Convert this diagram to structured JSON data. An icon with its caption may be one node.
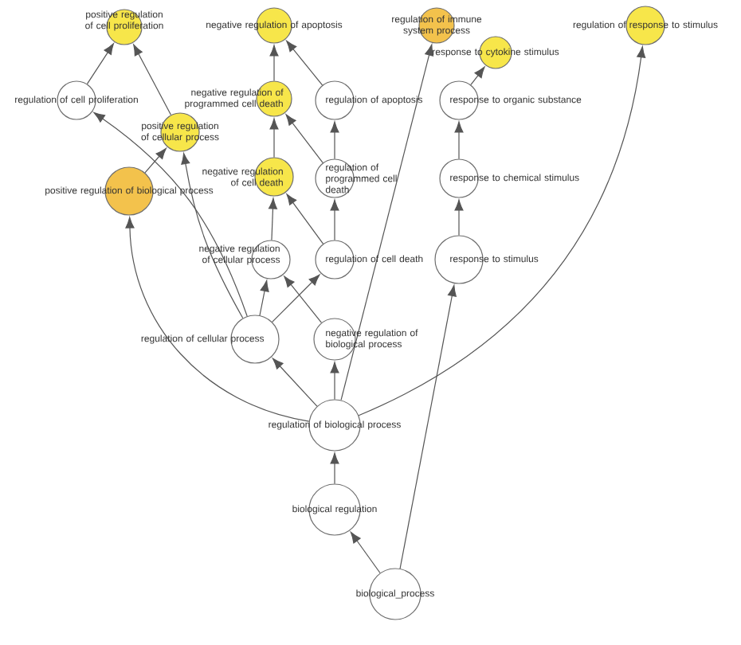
{
  "diagram": {
    "nodes": [
      {
        "text": [
          "positive regulation of cell proliferation"
        ]
      },
      {
        "text": [
          "negative regulation of apoptosis"
        ]
      },
      {
        "text": [
          "regulation of immune system process"
        ]
      },
      {
        "text": [
          "regulation of response to stimulus"
        ]
      },
      {
        "text": [
          "response to cytokine stimulus"
        ]
      },
      {
        "text": [
          "regulation of cell proliferation"
        ]
      },
      {
        "text": [
          "negative regulation of programmed cell death"
        ]
      },
      {
        "text": [
          "regulation of apoptosis"
        ]
      },
      {
        "text": [
          "response to organic substance"
        ]
      },
      {
        "text": [
          "positive regulation of cellular process"
        ]
      },
      {
        "text": [
          "positive regulation of biological process"
        ]
      },
      {
        "text": [
          "negative regulation of cell death"
        ]
      },
      {
        "text": [
          "regulation of programmed cell death"
        ]
      },
      {
        "text": [
          "response to chemical stimulus"
        ]
      },
      {
        "text": [
          "negative regulation of cellular process"
        ]
      },
      {
        "text": [
          "regulation of cell death"
        ]
      },
      {
        "text": [
          "response to stimulus"
        ]
      },
      {
        "text": [
          "regulation of cellular process"
        ]
      },
      {
        "text": [
          "negative regulation of biological process"
        ]
      },
      {
        "text": [
          "regulation of biological process"
        ]
      },
      {
        "text": [
          "biological regulation"
        ]
      },
      {
        "text": [
          "biological_process"
        ]
      }
    ],
    "edges": [
      {
        "from": 5,
        "to": 0,
        "arrow": "to"
      },
      {
        "from": 9,
        "to": 0,
        "arrow": "to"
      },
      {
        "from": 10,
        "to": 9,
        "arrow": "to"
      },
      {
        "from": 6,
        "to": 1,
        "arrow": "to"
      },
      {
        "from": 7,
        "to": 1,
        "arrow": "to"
      },
      {
        "from": 11,
        "to": 6,
        "arrow": "to"
      },
      {
        "from": 12,
        "to": 6,
        "arrow": "to"
      },
      {
        "from": 12,
        "to": 7,
        "arrow": "to"
      },
      {
        "from": 14,
        "to": 11,
        "arrow": "to"
      },
      {
        "from": 15,
        "to": 11,
        "arrow": "to"
      },
      {
        "from": 15,
        "to": 12,
        "arrow": "to"
      },
      {
        "from": 17,
        "to": 14,
        "arrow": "to"
      },
      {
        "from": 18,
        "to": 14,
        "arrow": "to"
      },
      {
        "from": 17,
        "to": 15,
        "arrow": "to"
      },
      {
        "from": 17,
        "to": 5,
        "arrow": "to"
      },
      {
        "from": 17,
        "to": 9,
        "arrow": "to"
      },
      {
        "from": 19,
        "to": 17,
        "arrow": "to"
      },
      {
        "from": 19,
        "to": 18,
        "arrow": "to"
      },
      {
        "from": 19,
        "to": 2,
        "arrow": "to"
      },
      {
        "from": 19,
        "to": 3,
        "arrow": "to"
      },
      {
        "from": 19,
        "to": 10,
        "arrow": "to"
      },
      {
        "from": 20,
        "to": 19,
        "arrow": "to"
      },
      {
        "from": 21,
        "to": 20,
        "arrow": "to"
      },
      {
        "from": 21,
        "to": 16,
        "arrow": "to"
      },
      {
        "from": 16,
        "to": 13,
        "arrow": "to"
      },
      {
        "from": 13,
        "to": 8,
        "arrow": "to"
      },
      {
        "from": 8,
        "to": 4,
        "arrow": "to"
      }
    ]
  }
}
